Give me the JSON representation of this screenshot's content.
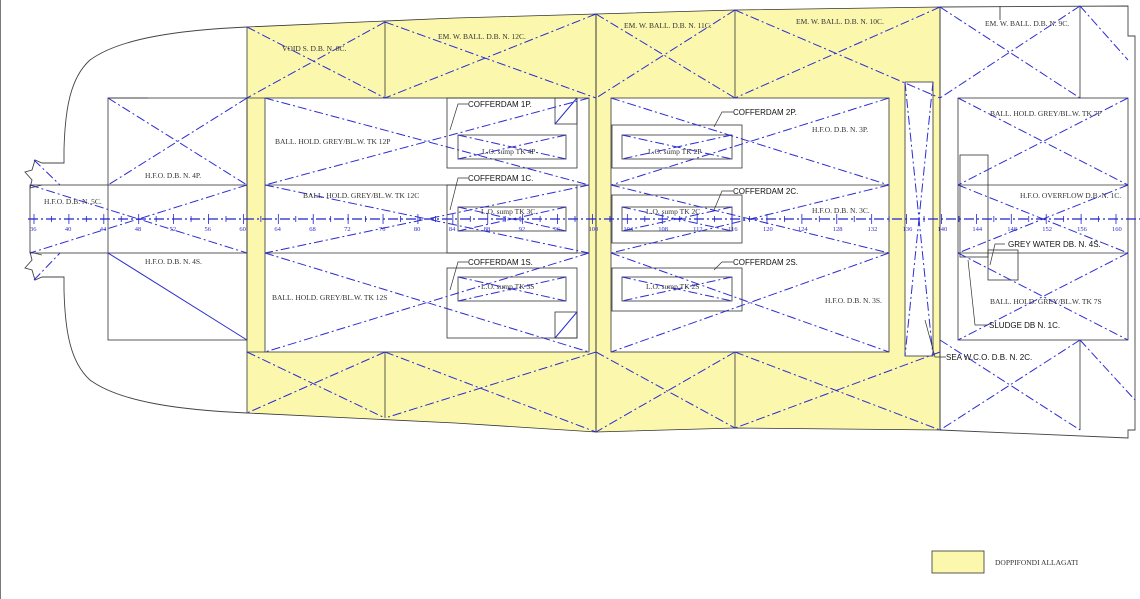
{
  "colors": {
    "flooded_fill": "#fbf8ae",
    "diagonal_blue": "#2c2cd4",
    "outline": "#333333",
    "centerline": "#2222cc"
  },
  "labels": {
    "void_8c": "VOID S. D.B. N. 8C.",
    "em_ball_12c": "EM. W. BALL. D.B. N. 12C.",
    "em_ball_11c": "EM. W. BALL. D.B. N. 11C.",
    "em_ball_10c": "EM. W. BALL. D.B. N. 10C.",
    "em_ball_9c": "EM. W. BALL. D.B. N. 9C.",
    "hfo_5c": "H.F.O. D.B. N. 5C.",
    "hfo_4p": "H.F.O. D.B. N. 4P.",
    "hfo_4s": "H.F.O. D.B. N. 4S.",
    "ball_hold_12p": "BALL. HOLD. GREY/BL.W. TK 12P",
    "ball_hold_12c": "BALL. HOLD. GREY/BL.W. TK 12C",
    "ball_hold_12s": "BALL. HOLD. GREY/BL.W. TK 12S",
    "cofferdam_1p": "COFFERDAM 1P.",
    "cofferdam_1c": "COFFERDAM 1C.",
    "cofferdam_1s": "COFFERDAM 1S.",
    "cofferdam_2p": "COFFERDAM 2P.",
    "cofferdam_2c": "COFFERDAM 2C.",
    "cofferdam_2s": "COFFERDAM 2S.",
    "lo_sump_4p": "L.O. sump TK 4P",
    "lo_sump_2p": "L.O. sump TK 2P",
    "lo_sump_3c": "L.O. sump TK 3C",
    "lo_sump_2c": "L.O. sump TK 2C",
    "lo_sump_3s": "L.O. sump TK 3S",
    "lo_sump_2s": "L.O. sump TK 2S",
    "hfo_3p": "H.F.O. D.B. N. 3P.",
    "hfo_3c": "H.F.O. D.B. N. 3C.",
    "hfo_3s": "H.F.O. D.B. N. 3S.",
    "ball_hold_7p": "BALL. HOLD. GREY/BL.W. TK 7P",
    "ball_hold_7s": "BALL. HOLD. GREY/BL.W. TK 7S",
    "hfo_overflow_1c": "H.F.O. OVERFLOW D.B. N. 1C.",
    "grey_water_4s": "GREY WATER DB. N. 4S.",
    "sludge_1c": "SLUDGE DB N. 1C.",
    "sea_wco_2c": "SEA W.C.O. D.B. N. 2C."
  },
  "frame_numbers": [
    "36",
    "40",
    "44",
    "48",
    "52",
    "56",
    "60",
    "64",
    "68",
    "72",
    "76",
    "80",
    "84",
    "88",
    "92",
    "96",
    "100",
    "104",
    "108",
    "112",
    "116",
    "120",
    "124",
    "128",
    "132",
    "136",
    "140",
    "144",
    "148",
    "152",
    "156",
    "160"
  ],
  "legend": {
    "label": "DOPPIFONDI ALLAGATI"
  }
}
